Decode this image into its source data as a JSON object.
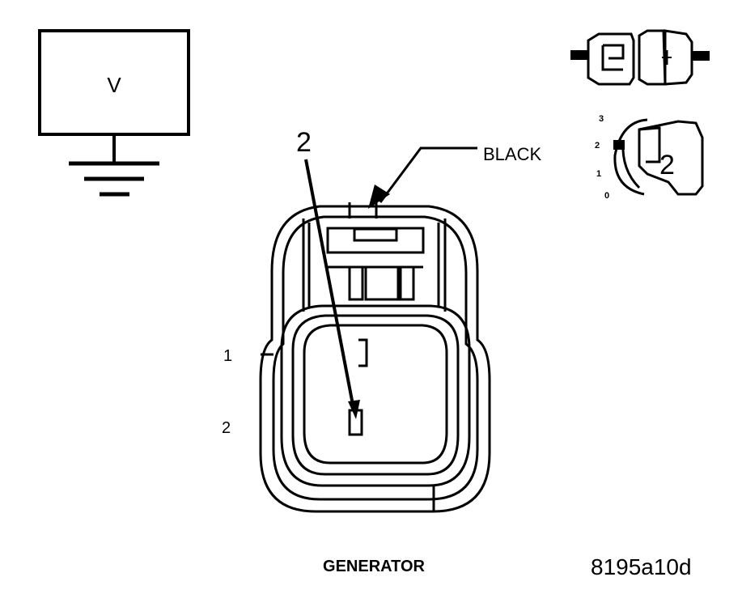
{
  "meter": {
    "symbol": "V"
  },
  "probe": {
    "pin_label": "2"
  },
  "wire": {
    "color_label": "BLACK"
  },
  "connector": {
    "pin_labels": [
      "1",
      "2"
    ],
    "caption": "GENERATOR"
  },
  "ignition": {
    "positions": [
      "3",
      "2",
      "1",
      "0"
    ],
    "selected": "2"
  },
  "figure": {
    "id": "8195a10d"
  }
}
